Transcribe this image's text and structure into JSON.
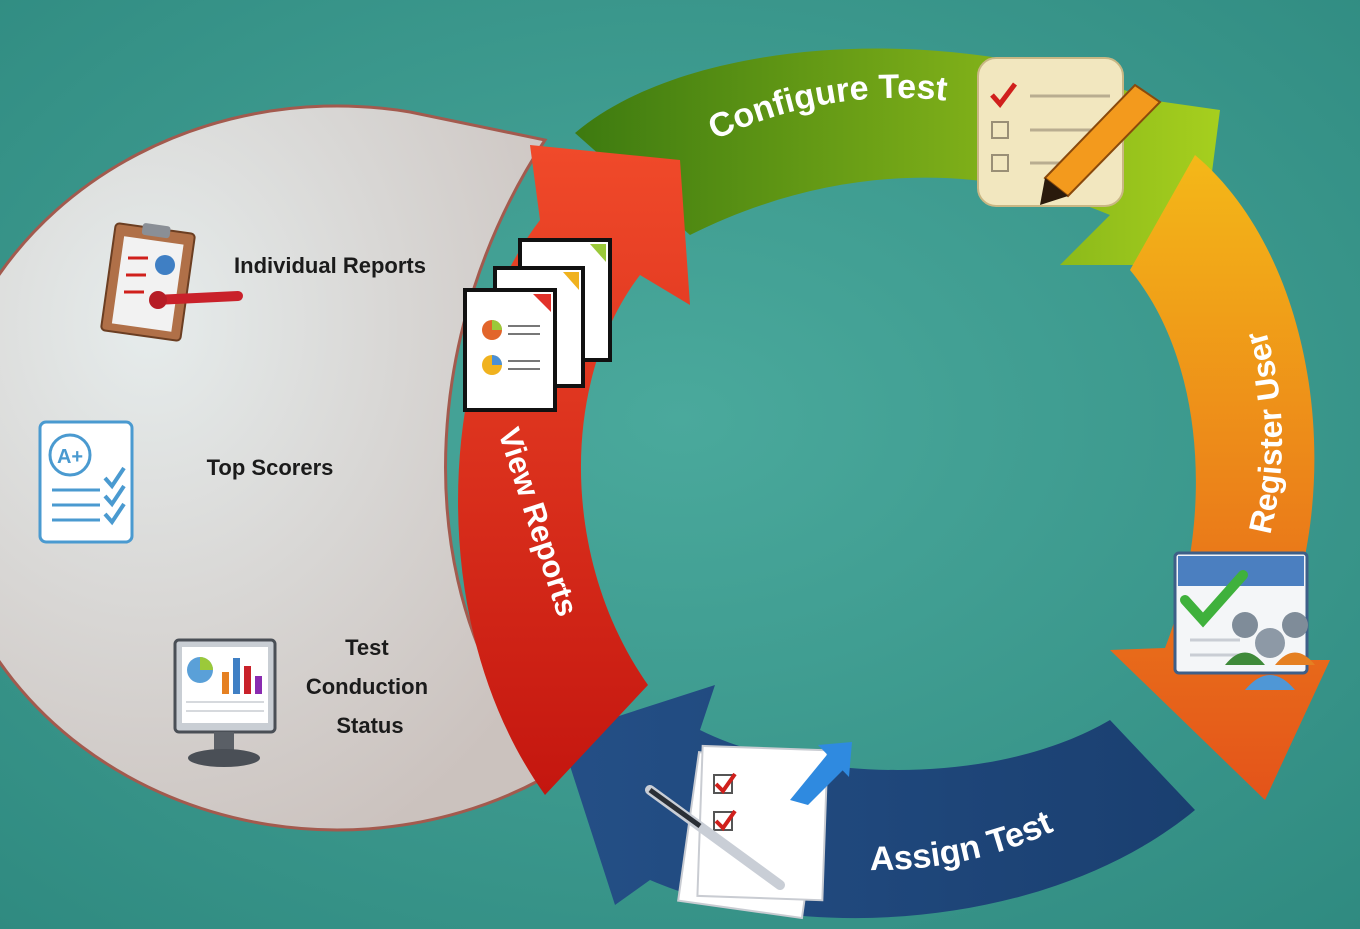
{
  "cycle": {
    "stages": [
      {
        "label": "Configure Test"
      },
      {
        "label": "Register User"
      },
      {
        "label": "Assign Test"
      },
      {
        "label": "View Reports"
      }
    ]
  },
  "reports_panel": {
    "items": [
      {
        "label": "Individual Reports"
      },
      {
        "label": "Top Scorers"
      },
      {
        "label_lines": [
          "Test",
          "Conduction",
          "Status"
        ]
      }
    ]
  },
  "colors": {
    "background": "#3f9f93",
    "configure": "#6ea61c",
    "register": "#ec7f16",
    "assign": "#173d6e",
    "view": "#d8221c",
    "panel": "#d6d0cc"
  },
  "icons": {
    "configure": "checklist-pencil-icon",
    "register": "user-group-check-icon",
    "assign": "checklist-pen-arrow-icon",
    "view": "report-documents-icon",
    "individual_reports": "clipboard-report-icon",
    "top_scorers": "grade-checklist-icon",
    "test_status": "monitor-chart-icon"
  }
}
